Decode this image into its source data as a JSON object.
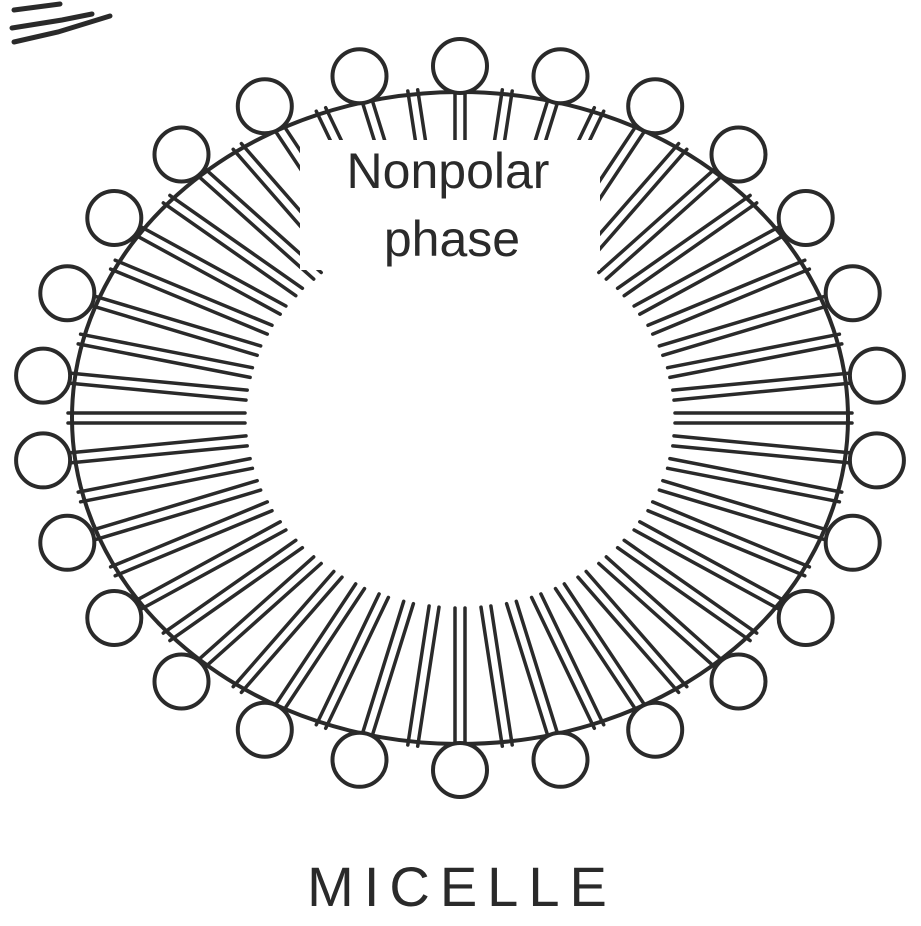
{
  "diagram": {
    "core_label_line1": "Nonpolar",
    "core_label_line2": "phase",
    "title": "MICELLE"
  },
  "colors": {
    "ink": "#2a2a2a",
    "background": "#ffffff"
  }
}
